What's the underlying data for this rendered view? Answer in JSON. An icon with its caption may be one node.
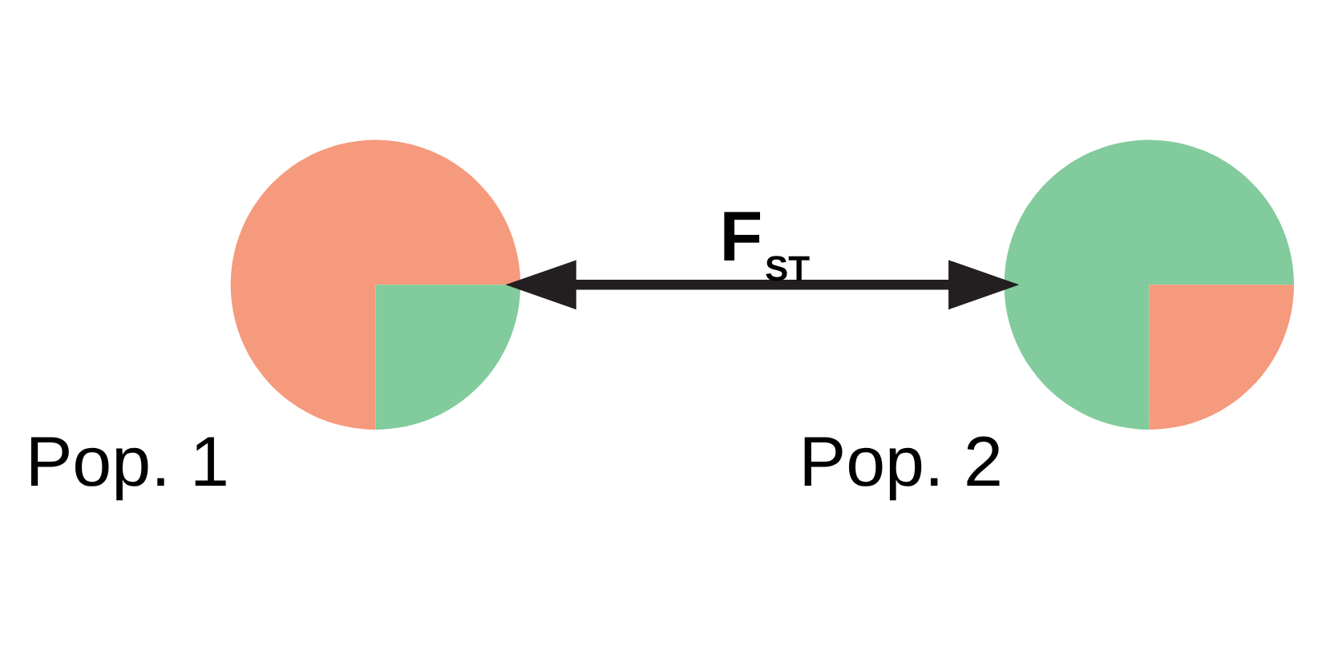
{
  "diagram": {
    "nodes": [
      {
        "text": [
          "Pop. 1"
        ]
      },
      {
        "text": [
          "Pop. 2"
        ]
      }
    ],
    "edges": [
      {
        "from": 0,
        "to": 1,
        "arrow": "both",
        "label": "F$_{ST}$"
      }
    ]
  }
}
